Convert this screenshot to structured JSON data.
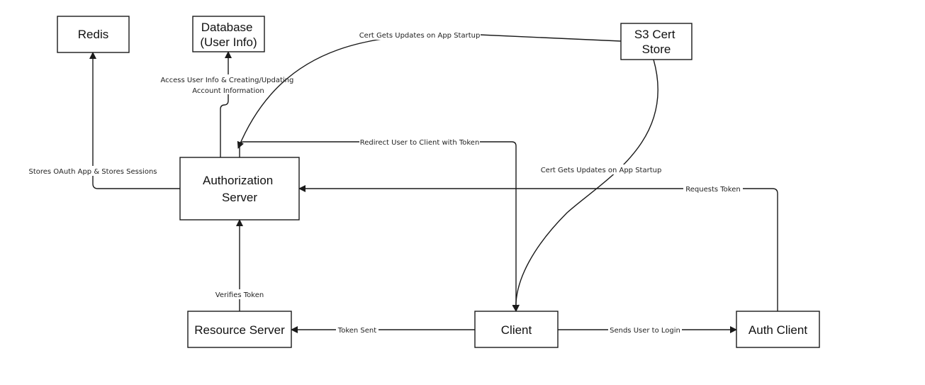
{
  "nodes": {
    "redis": [
      "Redis"
    ],
    "database": [
      "Database",
      "(User Info)"
    ],
    "s3_cert_store": [
      "S3 Cert",
      "Store"
    ],
    "authorization_server": [
      "Authorization",
      "Server"
    ],
    "resource_server": [
      "Resource Server"
    ],
    "client": [
      "Client"
    ],
    "auth_client": [
      "Auth Client"
    ]
  },
  "edges": {
    "auth_to_redis": [
      "Stores OAuth App & Stores Sessions"
    ],
    "auth_to_database": [
      "Access User Info & Creating/Updating",
      "Account Information"
    ],
    "s3_to_auth": [
      "Cert Gets Updates on App Startup"
    ],
    "s3_to_client": [
      "Cert Gets Updates on App Startup"
    ],
    "auth_to_client": [
      "Redirect User to Client with Token"
    ],
    "authclient_to_auth": [
      "Requests Token"
    ],
    "resource_to_auth": [
      "Verifies Token"
    ],
    "client_to_resource": [
      "Token Sent"
    ],
    "client_to_authclient": [
      "Sends User to Login"
    ]
  }
}
